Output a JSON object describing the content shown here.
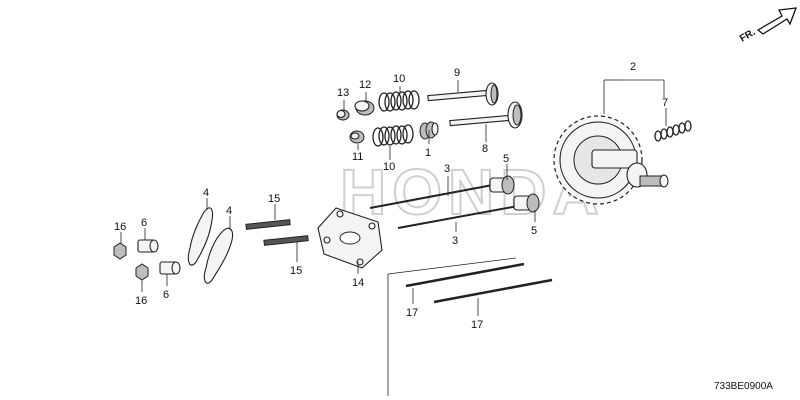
{
  "watermark": "HONDA",
  "direction": {
    "label": "FR."
  },
  "diagram_code": "733BE0900A",
  "callouts": {
    "c1": "1",
    "c2": "2",
    "c3a": "3",
    "c3b": "3",
    "c4a": "4",
    "c4b": "4",
    "c5a": "5",
    "c5b": "5",
    "c6a": "6",
    "c6b": "6",
    "c7": "7",
    "c8": "8",
    "c9": "9",
    "c10a": "10",
    "c10b": "10",
    "c11": "11",
    "c12": "12",
    "c13": "13",
    "c14": "14",
    "c15a": "15",
    "c15b": "15",
    "c16a": "16",
    "c16b": "16",
    "c17a": "17",
    "c17b": "17"
  },
  "colors": {
    "line": "#222222",
    "watermark": "#cfcfcf",
    "fill": "#f4f4f4"
  }
}
